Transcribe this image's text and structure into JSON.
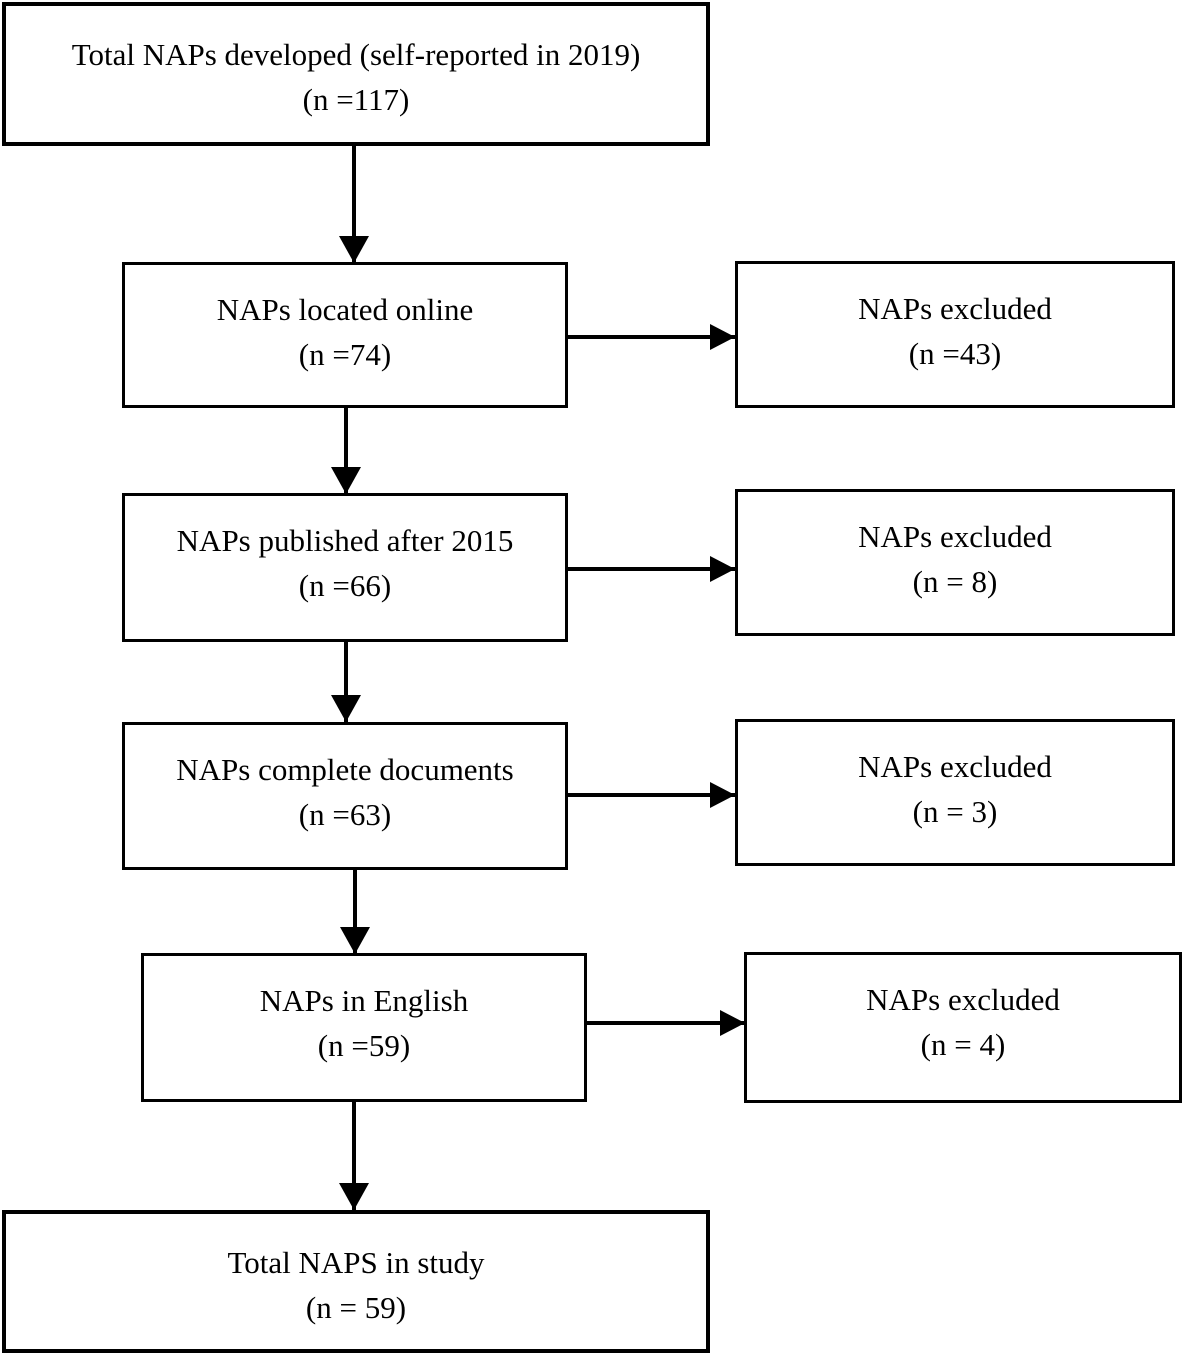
{
  "diagram": {
    "title": "NAP study selection flowchart",
    "line_color": "#000000",
    "box_fill": "#ffffff",
    "boxes": [
      {
        "id": "total-developed",
        "line1": "Total NAPs developed (self-reported in 2019)",
        "line2": "(n =117)"
      },
      {
        "id": "located-online",
        "line1": "NAPs located online",
        "line2": "(n =74)"
      },
      {
        "id": "excluded-not-online",
        "line1": "NAPs excluded",
        "line2": "(n =43)"
      },
      {
        "id": "published-after-2015",
        "line1": "NAPs published after 2015",
        "line2": "(n =66)"
      },
      {
        "id": "excluded-before-2015",
        "line1": "NAPs excluded",
        "line2": "(n = 8)"
      },
      {
        "id": "complete-documents",
        "line1": "NAPs complete documents",
        "line2": "(n =63)"
      },
      {
        "id": "excluded-incomplete",
        "line1": "NAPs excluded",
        "line2": "(n = 3)"
      },
      {
        "id": "in-english",
        "line1": "NAPs in English",
        "line2": "(n =59)"
      },
      {
        "id": "excluded-not-english",
        "line1": "NAPs excluded",
        "line2": "(n = 4)"
      },
      {
        "id": "total-in-study",
        "line1": "Total NAPS in study",
        "line2": "(n = 59)"
      }
    ]
  }
}
